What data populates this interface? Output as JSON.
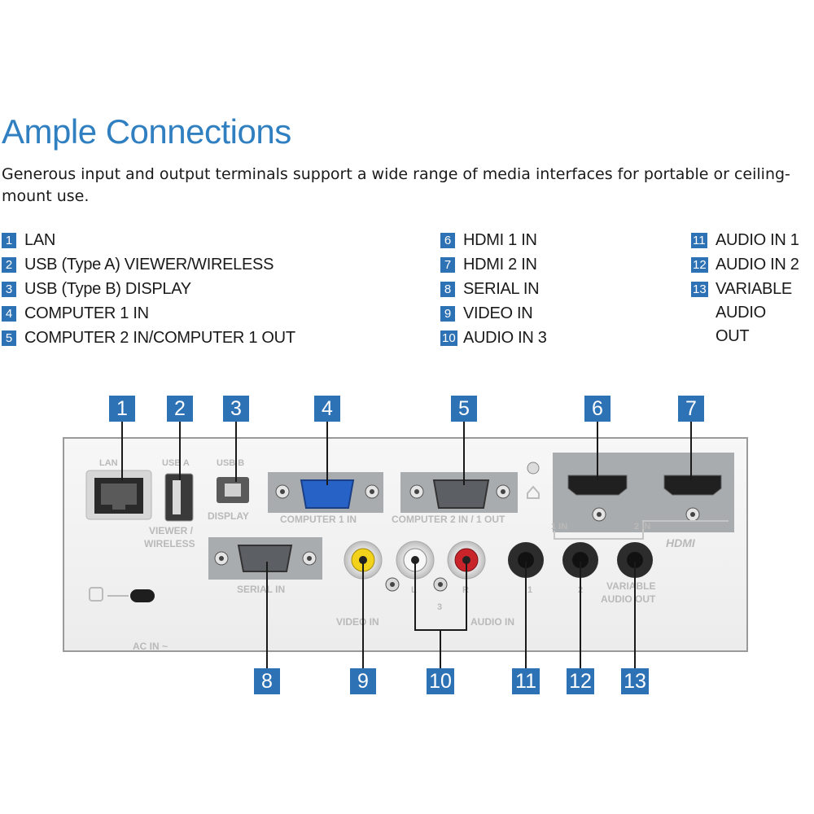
{
  "header": {
    "title": "Ample Connections",
    "subtitle": "Generous input and output terminals support a wide range of media interfaces for portable or ceiling-mount use."
  },
  "legend": [
    {
      "num": "1",
      "label": "LAN"
    },
    {
      "num": "2",
      "label": "USB (Type A) VIEWER/WIRELESS"
    },
    {
      "num": "3",
      "label": "USB (Type B) DISPLAY"
    },
    {
      "num": "4",
      "label": "COMPUTER 1 IN"
    },
    {
      "num": "5",
      "label": "COMPUTER 2 IN/COMPUTER 1 OUT"
    },
    {
      "num": "6",
      "label": "HDMI 1 IN"
    },
    {
      "num": "7",
      "label": "HDMI 2 IN"
    },
    {
      "num": "8",
      "label": "SERIAL IN"
    },
    {
      "num": "9",
      "label": "VIDEO IN"
    },
    {
      "num": "10",
      "label": "AUDIO IN 3"
    },
    {
      "num": "11",
      "label": "AUDIO IN 1"
    },
    {
      "num": "12",
      "label": "AUDIO IN 2"
    },
    {
      "num": "13",
      "label": "VARIABLE\nAUDIO OUT"
    }
  ],
  "panel_labels": {
    "lan": "LAN",
    "usb_a": "USB A",
    "usb_b": "USB B",
    "display": "DISPLAY",
    "viewer": "VIEWER /",
    "wireless": "WIRELESS",
    "computer1": "COMPUTER 1 IN",
    "computer2": "COMPUTER 2 IN / 1 OUT",
    "serial": "SERIAL IN",
    "video_in": "VIDEO IN",
    "audio_in": "AUDIO IN",
    "l": "L",
    "r": "R",
    "three": "3",
    "one": "1",
    "two": "2",
    "variable": "VARIABLE",
    "audio_out": "AUDIO OUT",
    "hdmi1": "1 IN",
    "hdmi2": "2 IN",
    "hdmi_logo": "HDMI",
    "ac_in": "AC IN ~"
  },
  "colors": {
    "callout": "#2e72b6",
    "title": "#2f7fc1",
    "panel": "#f4f4f4",
    "video_jack": "#f2d21a",
    "audio_r_jack": "#c8242a",
    "audio_l_jack": "#ffffff"
  }
}
